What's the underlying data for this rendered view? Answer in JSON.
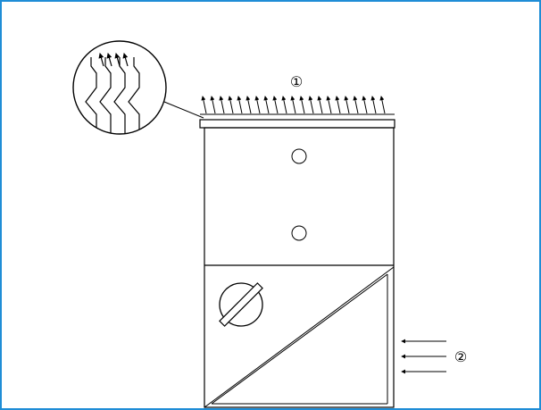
{
  "diagram": {
    "label_top": "①",
    "label_right": "②"
  },
  "colors": {
    "frame_border": "#1f8dd6",
    "stroke": "#000000",
    "background": "#ffffff"
  },
  "icons": [
    "upward-airflow-arrows",
    "intake-arrows",
    "magnified-filter-icon",
    "fan-damper-icon"
  ]
}
